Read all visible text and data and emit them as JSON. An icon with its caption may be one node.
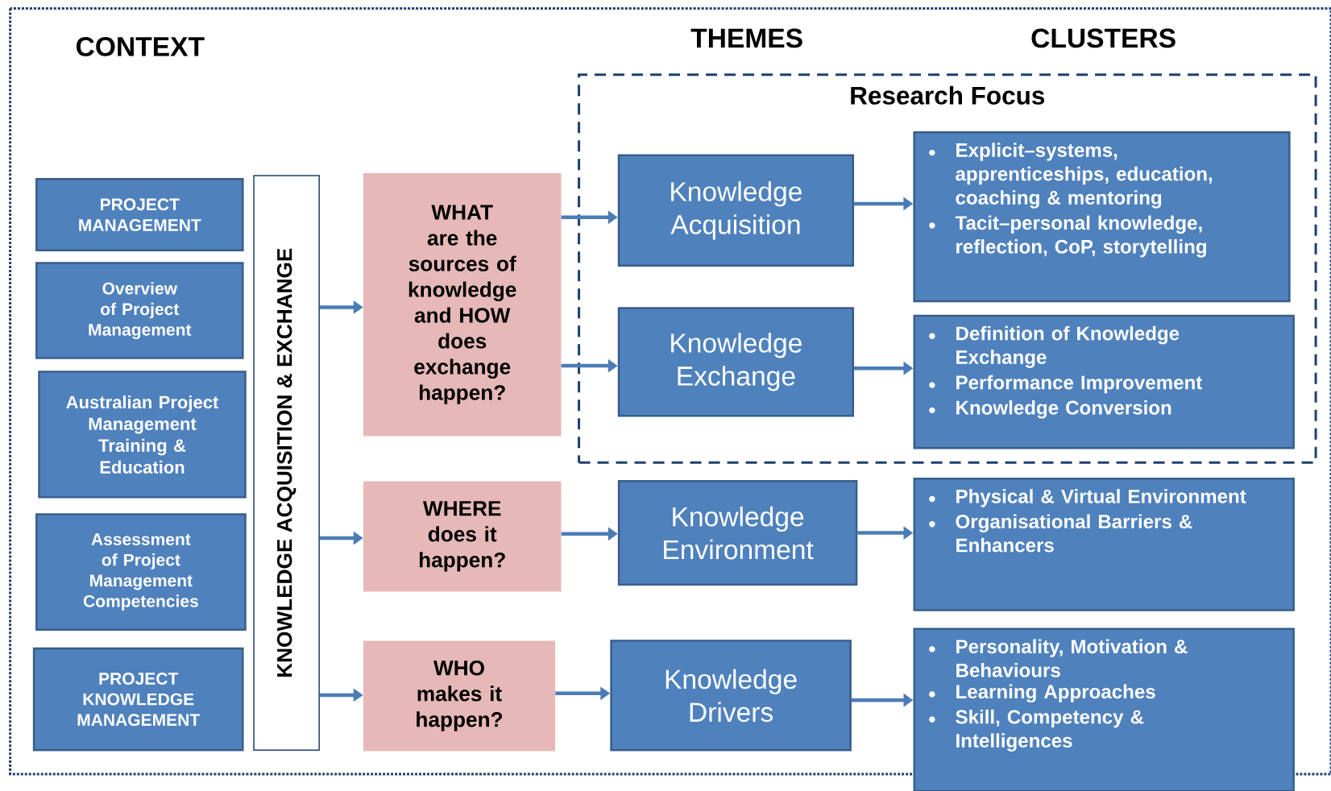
{
  "diagram": {
    "nodes": [
      {
        "text": [
          "Research Focus"
        ]
      },
      {
        "text": [
          "PROJECT MANAGEMENT"
        ]
      },
      {
        "text": [
          "Overview of Project Management"
        ]
      },
      {
        "text": [
          "Australian Project Management Training & Education"
        ]
      },
      {
        "text": [
          "Assessment of Project Management Competencies"
        ]
      },
      {
        "text": [
          "PROJECT KNOWLEDGE MANAGEMENT"
        ]
      },
      {
        "text": [
          "KNOWLEDGE ACQUISITION & EXCHANGE"
        ]
      },
      {
        "text": [
          "WHAT are the sources of knowledge and HOW does exchange happen?"
        ]
      },
      {
        "text": [
          "WHERE does it happen?"
        ]
      },
      {
        "text": [
          "WHO makes it happen?"
        ]
      },
      {
        "text": [
          "Knowledge Acquisition"
        ],
        "in": 0
      },
      {
        "text": [
          "Knowledge Exchange"
        ],
        "in": 0
      },
      {
        "text": [
          "Knowledge Environment"
        ]
      },
      {
        "text": [
          "Knowledge Drivers"
        ]
      },
      {
        "text": [
          "Explicit–systems, apprenticeships, education, coaching & mentoring",
          "Tacit–personal knowledge, reflection, CoP, storytelling"
        ],
        "in": 0
      },
      {
        "text": [
          "Definition of Knowledge Exchange",
          "Performance Improvement",
          "Knowledge Conversion"
        ],
        "in": 0
      },
      {
        "text": [
          "Physical & Virtual Environment",
          "Organisational Barriers & Enhancers"
        ]
      },
      {
        "text": [
          "Personality, Motivation & Behaviours",
          "Learning Approaches",
          "Skill, Competency & Intelligences"
        ]
      }
    ],
    "edges": [
      {
        "from": 6,
        "to": 7,
        "arrow": "to"
      },
      {
        "from": 6,
        "to": 8,
        "arrow": "to"
      },
      {
        "from": 6,
        "to": 9,
        "arrow": "to"
      },
      {
        "from": 7,
        "to": 10,
        "arrow": "to"
      },
      {
        "from": 7,
        "to": 11,
        "arrow": "to"
      },
      {
        "from": 8,
        "to": 12,
        "arrow": "to"
      },
      {
        "from": 9,
        "to": 13,
        "arrow": "to"
      },
      {
        "from": 10,
        "to": 14,
        "arrow": "to"
      },
      {
        "from": 11,
        "to": 15,
        "arrow": "to"
      },
      {
        "from": 12,
        "to": 16,
        "arrow": "to"
      },
      {
        "from": 13,
        "to": 17,
        "arrow": "to"
      }
    ],
    "labels": [
      "CONTEXT",
      "THEMES",
      "CLUSTERS"
    ]
  }
}
